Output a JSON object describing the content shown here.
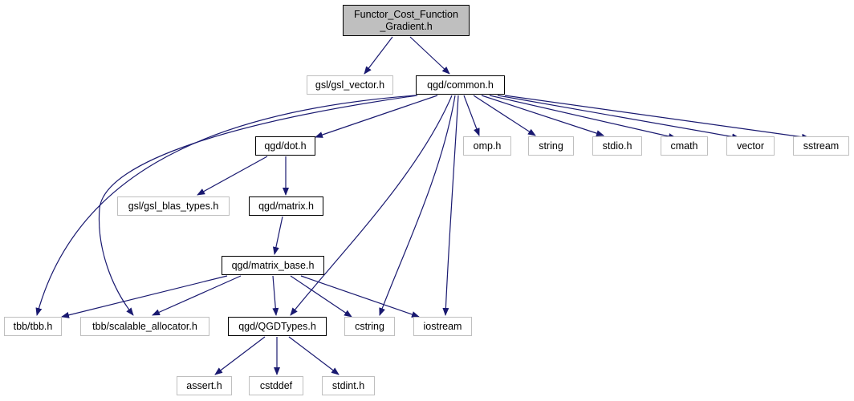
{
  "graph": {
    "root": {
      "line1": "Functor_Cost_Function",
      "line2": "_Gradient.h"
    },
    "nodes": {
      "gsl_vector": "gsl/gsl_vector.h",
      "common": "qgd/common.h",
      "tbb": "tbb/tbb.h",
      "scalable_allocator": "tbb/scalable_allocator.h",
      "dot": "qgd/dot.h",
      "qgdtypes": "qgd/QGDTypes.h",
      "cstring": "cstring",
      "iostream": "iostream",
      "omp": "omp.h",
      "string": "string",
      "stdio": "stdio.h",
      "cmath": "cmath",
      "vector": "vector",
      "sstream": "sstream",
      "gsl_blas_types": "gsl/gsl_blas_types.h",
      "matrix": "qgd/matrix.h",
      "matrix_base": "qgd/matrix_base.h",
      "assert": "assert.h",
      "cstddef": "cstddef",
      "stdint": "stdint.h"
    },
    "colors": {
      "edge": "#191970",
      "local_border": "#000000",
      "external_border": "#bfbfbf",
      "root_fill": "#bfbfbf"
    }
  }
}
